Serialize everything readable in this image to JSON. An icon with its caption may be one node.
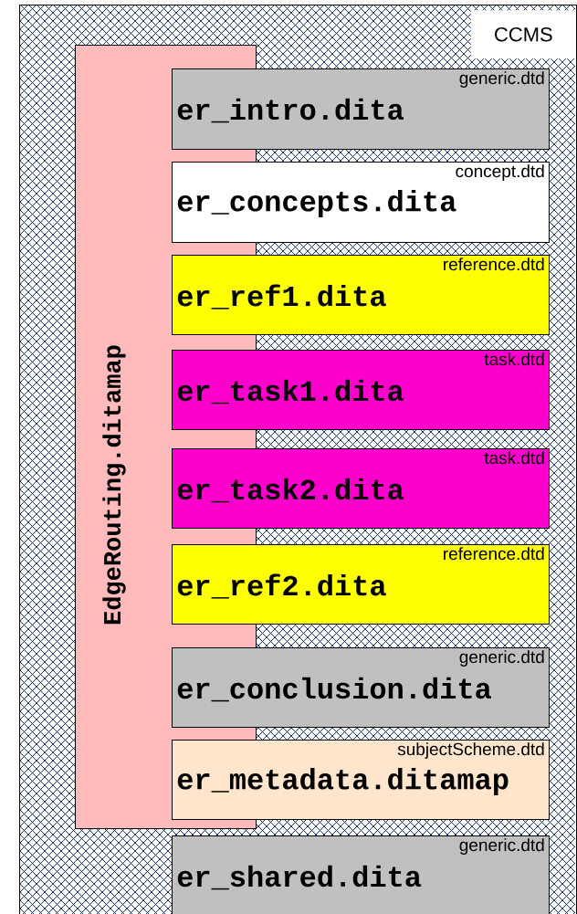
{
  "diagram": {
    "nodes": [
      {
        "text": [
          "CCMS"
        ]
      },
      {
        "text": [
          "EdgeRouting.ditamap"
        ],
        "in": 0
      },
      {
        "text": [
          "generic.dtd",
          "er_intro.dita"
        ],
        "in": 0
      },
      {
        "text": [
          "concept.dtd",
          "er_concepts.dita"
        ],
        "in": 0
      },
      {
        "text": [
          "reference.dtd",
          "er_ref1.dita"
        ],
        "in": 0
      },
      {
        "text": [
          "task.dtd",
          "er_task1.dita"
        ],
        "in": 0
      },
      {
        "text": [
          "task.dtd",
          "er_task2.dita"
        ],
        "in": 0
      },
      {
        "text": [
          "reference.dtd",
          "er_ref2.dita"
        ],
        "in": 0
      },
      {
        "text": [
          "generic.dtd",
          "er_conclusion.dita"
        ],
        "in": 0
      },
      {
        "text": [
          "subjectScheme.dtd",
          "er_metadata.ditamap"
        ],
        "in": 0
      },
      {
        "text": [
          "generic.dtd",
          "er_shared.dita"
        ],
        "in": 0
      }
    ]
  }
}
